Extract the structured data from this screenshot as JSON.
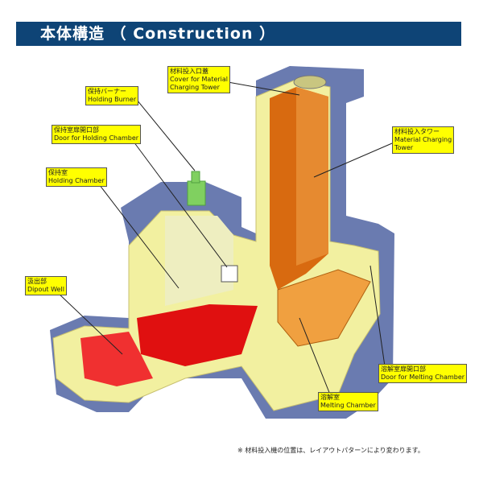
{
  "title": "本体構造 （ Construction ）",
  "labels": {
    "cover": {
      "jp": "材料投入口蓋",
      "en1": "Cover for Material",
      "en2": "Charging Tower"
    },
    "burner": {
      "jp": "保持バーナー",
      "en": "Holding Burner"
    },
    "holding_door": {
      "jp": "保持室扉開口部",
      "en": "Door for Holding Chamber"
    },
    "holding_chamber": {
      "jp": "保持室",
      "en": "Holding Chamber"
    },
    "dipout": {
      "jp": "汲出部",
      "en": "Dipout Well"
    },
    "tower": {
      "jp": "材料投入タワー",
      "en1": "Material Charging",
      "en2": "Tower"
    },
    "melting_door": {
      "jp": "溶解室扉開口部",
      "en": "Door for Melting Chamber"
    },
    "melting_chamber": {
      "jp": "溶解室",
      "en": "Melting Chamber"
    }
  },
  "note": "※ 材料投入機の位置は、レイアウトパターンにより変わります。",
  "colors": {
    "banner": "#0e4476",
    "steel": "#6a7bb0",
    "refractory": "#f2f0a0",
    "tower": "#d86a10",
    "melt": "#e01010",
    "label": "#ffff00"
  }
}
